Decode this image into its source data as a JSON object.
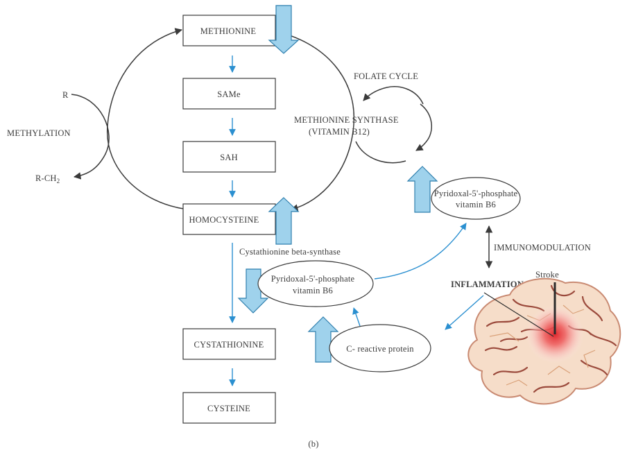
{
  "colors": {
    "flow_blue": "#2a8fd0",
    "fat_arrow_fill": "#9fd2ec",
    "stroke_dark": "#3a3a3a",
    "stroke_site": "#e0282d"
  },
  "nodes": {
    "methionine": "METHIONINE",
    "same": "SAMe",
    "sah": "SAH",
    "homocysteine": "HOMOCYSTEINE",
    "cystathionine": "CYSTATHIONINE",
    "cysteine": "CYSTEINE"
  },
  "labels": {
    "r": "R",
    "methylation": "METHYLATION",
    "r_ch": "R-CH",
    "r_ch_sub": "2",
    "folate_cycle": "FOLATE CYCLE",
    "methionine_synthase_1": "METHIONINE SYNTHASE",
    "methionine_synthase_2": "(VITAMIN B12)",
    "plp_top_1": "Pyridoxal-5'-phosphate",
    "plp_top_2": "vitamin B6",
    "immunomodulation": "IMMUNOMODULATION",
    "cbs": "Cystathionine beta-synthase",
    "plp_mid_1": "Pyridoxal-5'-phosphate",
    "plp_mid_2": "vitamin B6",
    "inflammation": "INFLAMMATION",
    "stroke": "Stroke",
    "crp": "C- reactive protein",
    "caption": "(b)"
  },
  "icons": [
    "brain-illustration-icon",
    "stroke-site-icon"
  ]
}
